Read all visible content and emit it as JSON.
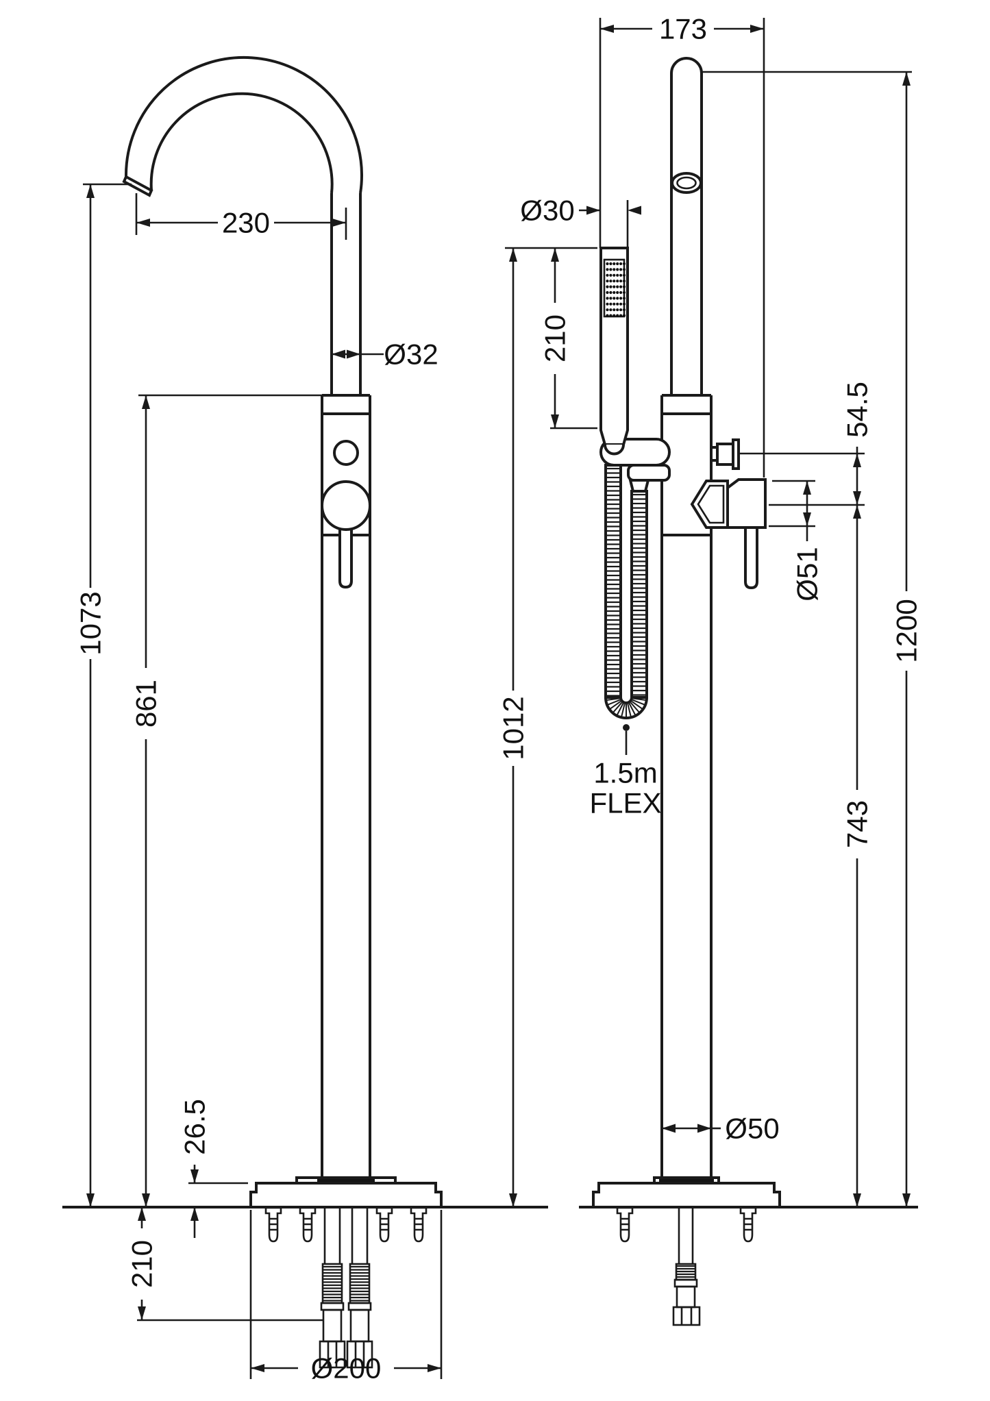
{
  "drawing": {
    "front_view": {
      "labels": {
        "spout_reach": "230",
        "spout_pipe_dia": "Ø32",
        "spout_height": "1073",
        "body_height": "861",
        "base_thickness": "26.5",
        "under_floor_depth": "210",
        "base_dia": "Ø200"
      }
    },
    "side_view": {
      "labels": {
        "top_offset": "173",
        "handset_dia": "Ø30",
        "handset_length": "210",
        "handset_top_height": "1012",
        "button_offset": "54.5",
        "handle_dia": "Ø51",
        "total_height": "1200",
        "handle_height": "743",
        "column_dia": "Ø50",
        "hose_note_line1": "1.5m",
        "hose_note_line2": "FLEX"
      }
    }
  }
}
